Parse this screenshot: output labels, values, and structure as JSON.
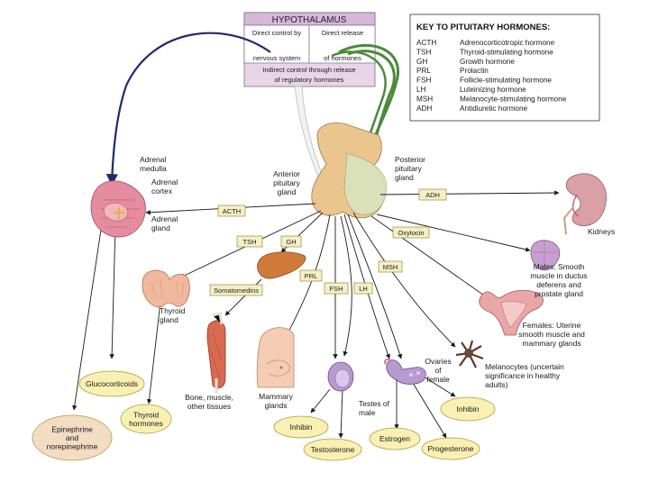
{
  "hypothalamus": {
    "title": "HYPOTHALAMUS",
    "left_cell": [
      "Direct control by",
      "nervous system"
    ],
    "right_cell": [
      "Direct release",
      "of hormones"
    ],
    "bottom": [
      "Indirect control through release",
      "of regulatory hormones"
    ]
  },
  "key": {
    "title": "KEY TO PITUITARY HORMONES:",
    "entries": [
      {
        "abbr": "ACTH",
        "name": "Adrenocorticotropic hormone"
      },
      {
        "abbr": "TSH",
        "name": "Thyroid-stimulating hormone"
      },
      {
        "abbr": "GH",
        "name": "Growth hormone"
      },
      {
        "abbr": "PRL",
        "name": "Prolactin"
      },
      {
        "abbr": "FSH",
        "name": "Follicle-stimulating hormone"
      },
      {
        "abbr": "LH",
        "name": "Luteinizing hormone"
      },
      {
        "abbr": "MSH",
        "name": "Melanocyte-stimulating hormone"
      },
      {
        "abbr": "ADH",
        "name": "Antidiuretic hormone"
      }
    ]
  },
  "labels": {
    "adrenal_medulla": [
      "Adrenal",
      "medulla"
    ],
    "adrenal_cortex": [
      "Adrenal",
      "cortex"
    ],
    "adrenal_gland": [
      "Adrenal",
      "gland"
    ],
    "anterior_pituitary": [
      "Anterior",
      "pituitary",
      "gland"
    ],
    "posterior_pituitary": [
      "Posterior",
      "pituitary",
      "gland"
    ],
    "kidneys": "Kidneys",
    "thyroid_gland": [
      "Thyroid",
      "gland"
    ],
    "bone_muscle": [
      "Bone, muscle,",
      "other tissues"
    ],
    "mammary_glands": [
      "Mammary",
      "glands"
    ],
    "testes": [
      "Testes of",
      "male"
    ],
    "ovaries": [
      "Ovaries",
      "of",
      "female"
    ],
    "males": [
      "Males: Smooth",
      "muscle in ductus",
      "deferens and",
      "prostate gland"
    ],
    "females": [
      "Females: Uterine",
      "smooth muscle and",
      "mammary glands"
    ],
    "melanocytes": [
      "Melanocytes (uncertain",
      "significance in healthy",
      "adults)"
    ]
  },
  "hormone_boxes": {
    "acth": "ACTH",
    "tsh": "TSH",
    "gh": "GH",
    "prl": "PRL",
    "fsh": "FSH",
    "lh": "LH",
    "msh": "MSH",
    "adh": "ADH",
    "oxytocin": "Oxytocin",
    "somatomedins": "Somatomedins"
  },
  "ovals": {
    "glucocorticoids": "Glucocorticoids",
    "epinephrine": [
      "Epinephrine",
      "and",
      "norepinephrine"
    ],
    "thyroid_hormones": [
      "Thyroid",
      "hormones"
    ],
    "inhibin_male": "Inhibin",
    "testosterone": "Testosterone",
    "estrogen": "Estrogen",
    "progesterone": "Progesterone",
    "inhibin_female": "Inhibin"
  },
  "colors": {
    "hormone_box_fill": "#f6efc6",
    "hormone_box_stroke": "#9a8a3a",
    "oval_fill": "#f9f0b4",
    "oval_stroke": "#b09a3a",
    "epinephrine_fill": "#f2dcc2",
    "hypothalamus_fill": "#e8d6e8",
    "pituitary_fill": "#eac68e",
    "nerve_green": "#4a8a3a",
    "nerve_navy": "#202a6a"
  }
}
